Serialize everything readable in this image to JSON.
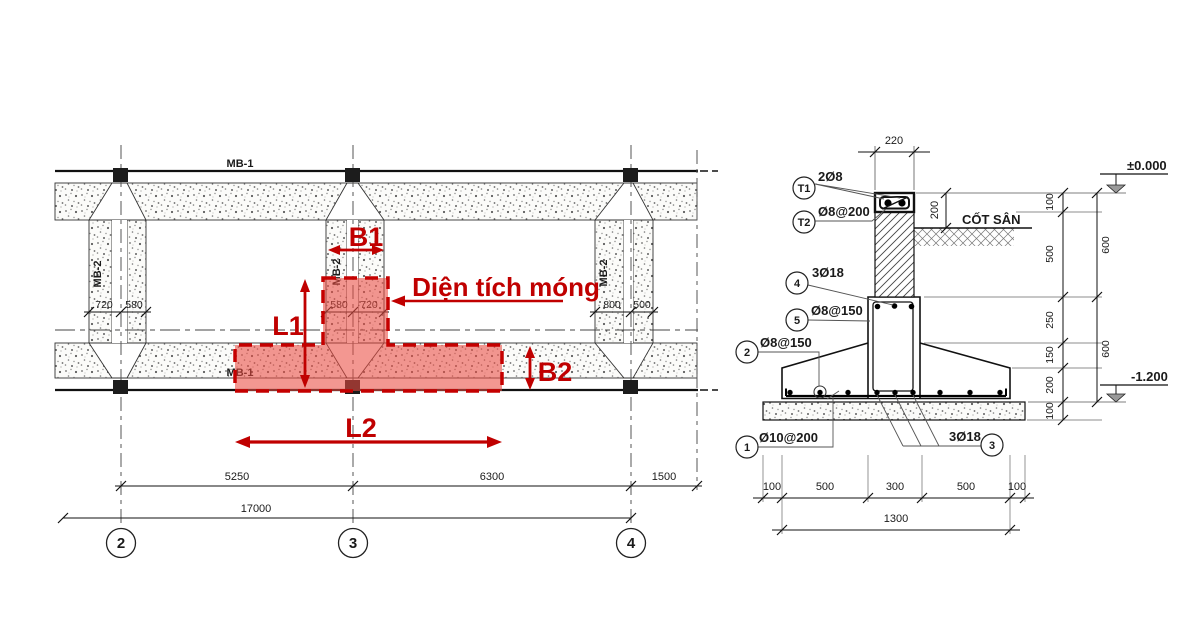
{
  "colors": {
    "annotation_red": "#c00000",
    "red_fill": "rgba(234,76,66,0.58)",
    "line_black": "#1a1a1a"
  },
  "plan": {
    "label_mb1_top": "MB-1",
    "label_mb1_bottom": "MB-1",
    "labels_mb2": [
      "MB-2",
      "MB-2",
      "MB-2"
    ],
    "junction_dims": [
      [
        "720",
        "580"
      ],
      [
        "580",
        "720"
      ],
      [
        "800",
        "500"
      ]
    ],
    "red": {
      "b1": "B1",
      "l1": "L1",
      "b2": "B2",
      "l2": "L2",
      "area_label": "Diện tích móng"
    },
    "span_dims": [
      "5250",
      "6300",
      "1500"
    ],
    "total_dim": "17000",
    "grid_bubbles": [
      "2",
      "3",
      "4"
    ]
  },
  "section": {
    "dim_width_top": "220",
    "dim_depth": "200",
    "ground_label": "CỐT SÂN",
    "level_top": "±0.000",
    "level_bottom": "-1.200",
    "callouts": {
      "t1": {
        "bubble": "T1",
        "label": "2Ø8"
      },
      "t2": {
        "bubble": "T2",
        "label": "Ø8@200"
      },
      "c4": {
        "bubble": "4",
        "label": "3Ø18"
      },
      "c5": {
        "bubble": "5",
        "label": "Ø8@150"
      },
      "c2": {
        "bubble": "2",
        "label": "Ø8@150"
      },
      "c1": {
        "bubble": "1",
        "label": "Ø10@200"
      },
      "c3": {
        "bubble": "3",
        "label": "3Ø18"
      }
    },
    "right_dims_inner": [
      "100",
      "500",
      "250",
      "150",
      "200",
      "100"
    ],
    "right_dims_outer": [
      "600",
      "600"
    ],
    "bottom_dims": [
      "100",
      "500",
      "300",
      "500",
      "100"
    ],
    "bottom_total": "1300"
  }
}
